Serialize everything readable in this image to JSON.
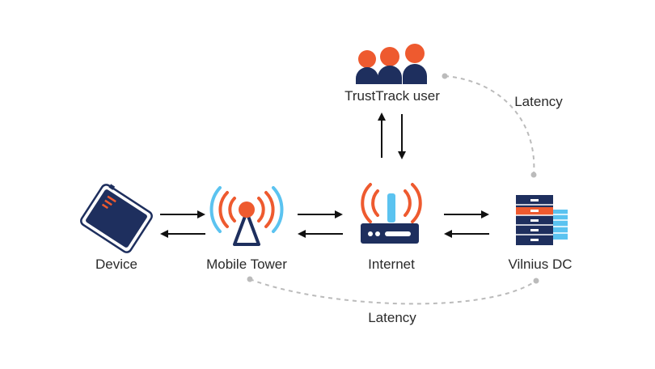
{
  "nodes": {
    "device": {
      "label": "Device"
    },
    "tower": {
      "label": "Mobile Tower"
    },
    "internet": {
      "label": "Internet"
    },
    "dc": {
      "label": "Vilnius DC"
    },
    "user": {
      "label": "TrustTrack user"
    }
  },
  "links": {
    "latency_top": "Latency",
    "latency_bottom": "Latency"
  },
  "colors": {
    "navy": "#1e2f5e",
    "orange": "#ee5a2f",
    "light_blue": "#5bc3f0",
    "dashed_gray": "#b8b8b8",
    "arrow_black": "#111111"
  },
  "icons": {
    "device": "gps-tracker-device-icon",
    "tower": "radio-tower-icon",
    "internet": "wifi-router-icon",
    "dc": "server-rack-icon",
    "user": "user-group-icon"
  }
}
